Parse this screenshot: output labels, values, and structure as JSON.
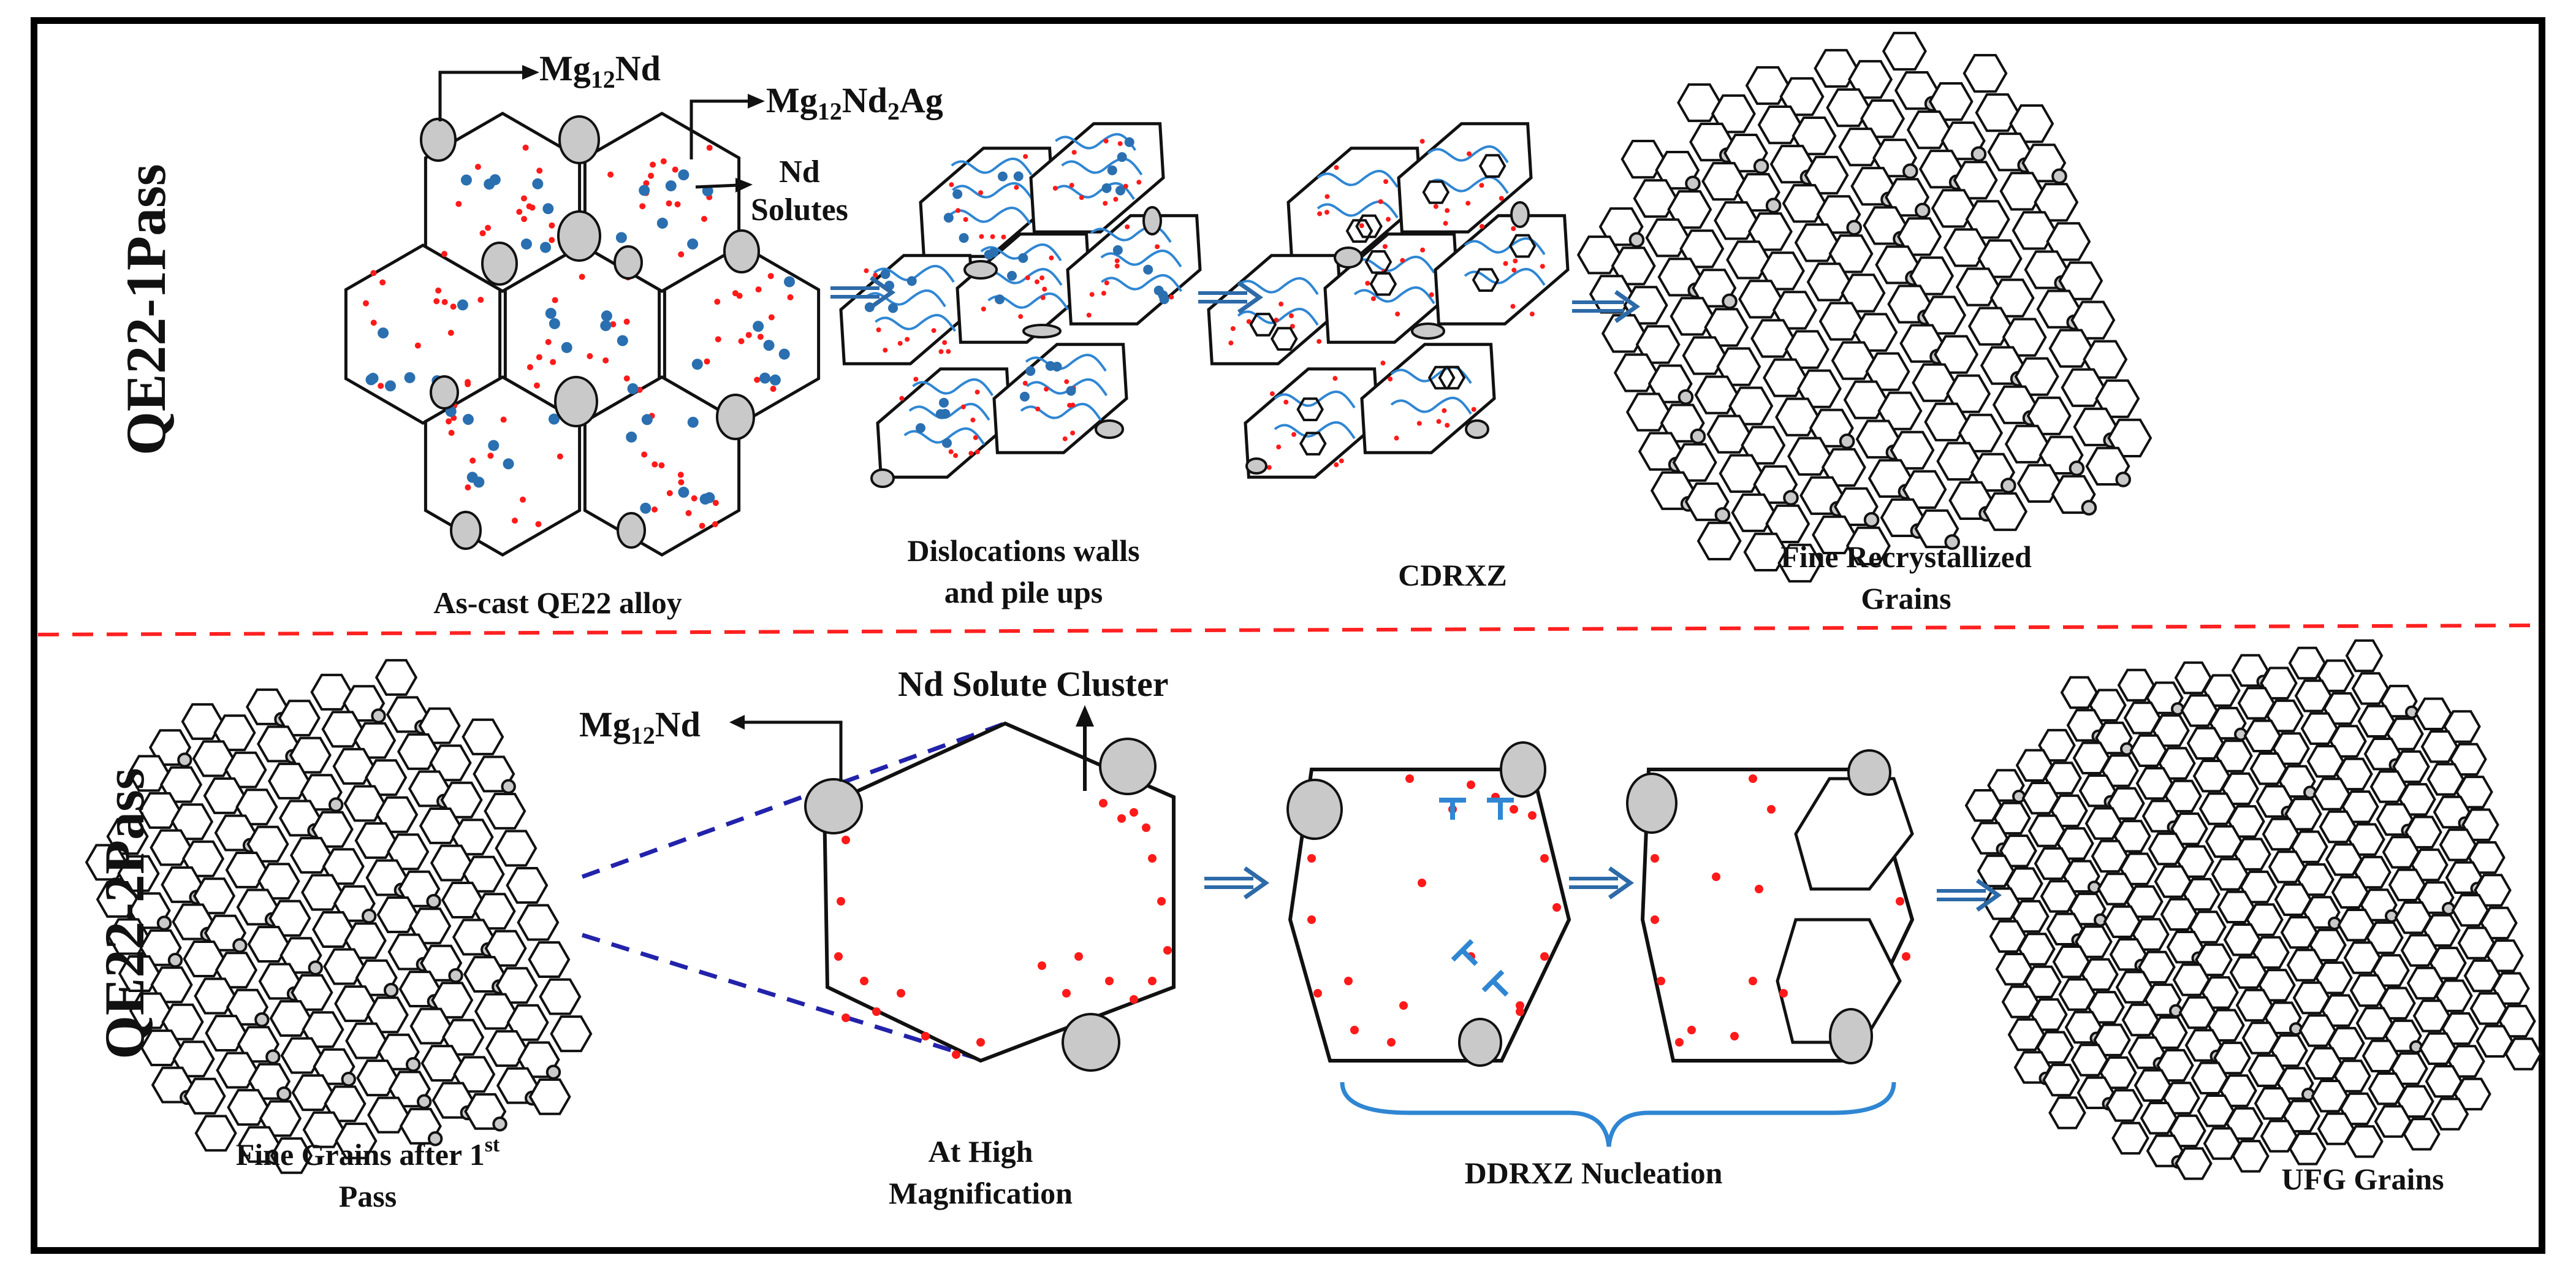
{
  "rows": [
    {
      "side_label": "QE22-1Pass",
      "stages": [
        {
          "caption": "As-cast QE22 alloy"
        },
        {
          "caption_line1": "Dislocations walls",
          "caption_line2": "and pile ups"
        },
        {
          "caption": "CDRXZ"
        },
        {
          "caption_line1": "Fine Recrystallized",
          "caption_line2": "Grains"
        }
      ],
      "callouts": {
        "phase1": {
          "base": "Mg",
          "sub": "12",
          "tail": "Nd"
        },
        "phase2": {
          "base": "Mg",
          "sub1": "12",
          "mid": "Nd",
          "sub2": "2",
          "tail": "Ag"
        },
        "solutes_line1": "Nd",
        "solutes_line2": "Solutes"
      }
    },
    {
      "side_label": "QE22-2Pass",
      "stages": [
        {
          "caption_line1": "Fine Grains after 1",
          "caption_sup": "st",
          "caption_line2": "Pass"
        },
        {
          "caption_line1": "At High",
          "caption_line2": "Magnification"
        },
        {
          "caption": "DDRXZ Nucleation"
        },
        {
          "caption": "UFG Grains"
        }
      ],
      "callouts": {
        "phase1": {
          "base": "Mg",
          "sub": "12",
          "tail": "Nd"
        },
        "cluster": "Nd Solute Cluster"
      }
    }
  ],
  "colors": {
    "precipitate": "#c9c9c9",
    "solute_dot": "#ff1a1a",
    "nd_particle": "#2a6fb0",
    "dislocation": "#2f86d3",
    "arrow": "#2d6aa8",
    "divider": "#ff2020",
    "zoom_line": "#2222aa",
    "brace": "#2f86d3"
  },
  "icons": {
    "flow_arrow": "double-shaft-right-arrow",
    "dislocation_symbol": "perpendicular-tee"
  }
}
